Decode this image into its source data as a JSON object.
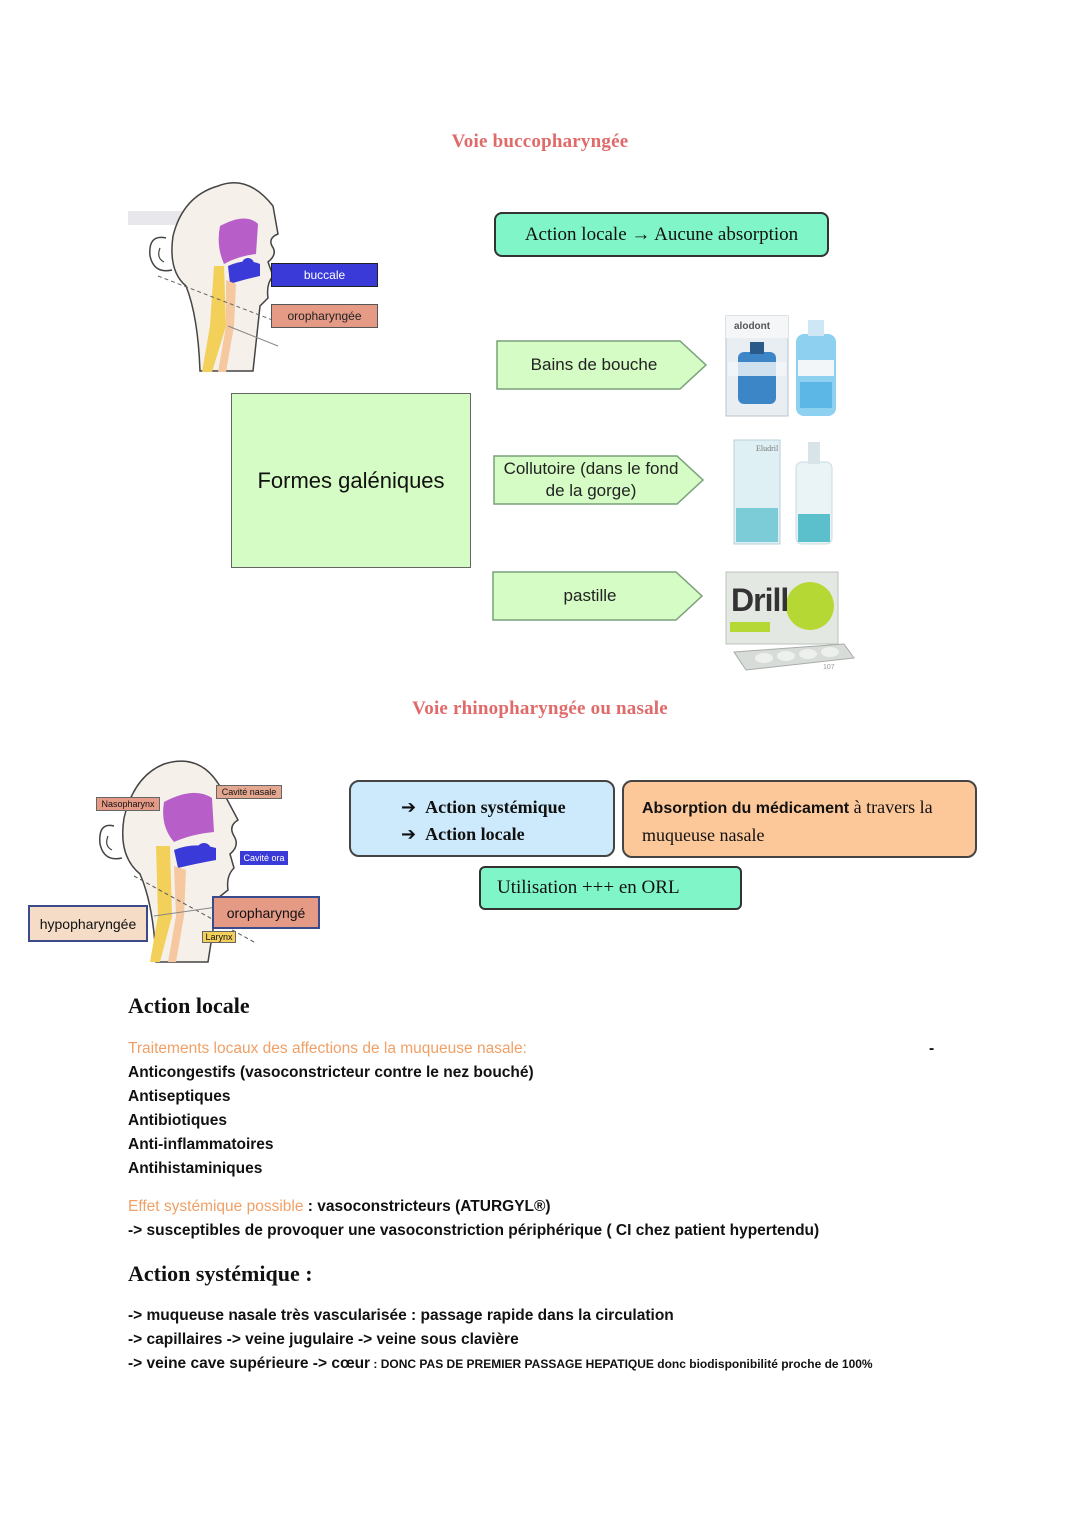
{
  "section1": {
    "heading": "Voie buccopharyngée",
    "action_box": "Action locale → Aucune absorption",
    "diagram_labels": {
      "buccale": "buccale",
      "oropharyngee": "oropharyngée"
    },
    "formes_box": "Formes galéniques",
    "forms": [
      {
        "label": "Bains de bouche",
        "product": "alodont"
      },
      {
        "label": "Collutoire (dans le fond de la gorge)",
        "product": "Eludril"
      },
      {
        "label": "pastille",
        "product": "Drill"
      }
    ],
    "page_note": "107"
  },
  "section2": {
    "heading": "Voie rhinopharyngée ou nasale",
    "diagram_labels": {
      "nasopharynx": "Nasopharynx",
      "cavite_nasale": "Cavité nasale",
      "cavite_orale": "Cavité ora",
      "oropharynge": "oropharyngé",
      "hypopharyngee": "hypopharyngée",
      "larynx": "Larynx"
    },
    "blue_box": [
      "Action systémique",
      "Action locale"
    ],
    "orange_box": {
      "bold": "Absorption du médicament",
      "rest": " à travers la muqueuse nasale"
    },
    "green_box": "Utilisation +++ en ORL"
  },
  "action_locale": {
    "title": "Action locale",
    "subtitle": "Traitements locaux des affections de la muqueuse nasale:",
    "dash": "-",
    "items": [
      "Anticongestifs (vasoconstricteur contre le nez bouché)",
      "Antiseptiques",
      "Antibiotiques",
      "Anti-inflammatoires",
      "Antihistaminiques"
    ],
    "effet_label": "Effet systémique possible",
    "effet_text": " : vasoconstricteurs (ATURGYL®)",
    "effet_line2": "-> susceptibles de provoquer une vasoconstriction périphérique ( CI chez patient hypertendu)"
  },
  "action_systemique": {
    "title": "Action systémique :",
    "lines": [
      "-> muqueuse nasale très vascularisée : passage rapide dans la circulation",
      "-> capillaires -> veine jugulaire -> veine sous clavière"
    ],
    "last_line_main": "-> veine cave supérieure -> cœur",
    "last_line_small": " : DONC PAS DE PREMIER PASSAGE HEPATIQUE donc biodisponibilité proche de 100%"
  },
  "colors": {
    "heading_red": "#e06a6a",
    "mint": "#7ff5c8",
    "light_green": "#d4fcc4",
    "light_blue": "#cdeafc",
    "orange": "#fcc89a",
    "label_blue": "#3a3ad8",
    "label_salmon": "#e59a86",
    "subtitle_orange": "#f0a066"
  }
}
